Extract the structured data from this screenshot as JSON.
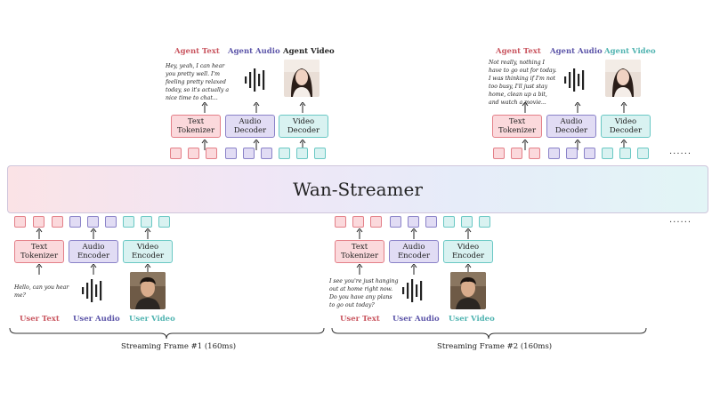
{
  "model": {
    "name": "Wan-Streamer"
  },
  "modalities": {
    "text": {
      "color": "#e37f88"
    },
    "audio": {
      "color": "#8a82c8"
    },
    "video": {
      "color": "#6ac8c4"
    }
  },
  "frames": [
    {
      "label": "Streaming Frame #1 (160ms)",
      "input": {
        "labels": {
          "text": "User Text",
          "audio": "User Audio",
          "video": "User Video"
        },
        "modules": {
          "text": "Text\nTokenizer",
          "audio": "Audio\nEncoder",
          "video": "Video\nEncoder"
        },
        "quote": "Hello, can you hear\nme?"
      },
      "output": {
        "labels": {
          "text": "Agent Text",
          "audio": "Agent Audio",
          "video": "Agent Video"
        },
        "modules": {
          "text": "Text\nTokenizer",
          "audio": "Audio\nDecoder",
          "video": "Video\nDecoder"
        },
        "quote": "Hey, yeah, I can hear\nyou pretty well. I'm\nfeeling pretty relaxed\ntoday, so it's actually a\nnice time to chat..."
      }
    },
    {
      "label": "Streaming Frame #2 (160ms)",
      "input": {
        "labels": {
          "text": "User Text",
          "audio": "User Audio",
          "video": "User Video"
        },
        "modules": {
          "text": "Text\nTokenizer",
          "audio": "Audio\nEncoder",
          "video": "Video\nEncoder"
        },
        "quote": "I see you're just hanging\nout at home right now.\nDo you have any plans\nto go out today?"
      },
      "output": {
        "labels": {
          "text": "Agent Text",
          "audio": "Agent Audio",
          "video": "Agent Video"
        },
        "modules": {
          "text": "Text\nTokenizer",
          "audio": "Audio\nDecoder",
          "video": "Video\nDecoder"
        },
        "quote": "Not really, nothing I\nhave to go out for today.\nI was thinking if I'm not\ntoo busy, I'll just stay\nhome, clean up a bit,\nand watch a movie..."
      }
    }
  ],
  "continuation": "......"
}
